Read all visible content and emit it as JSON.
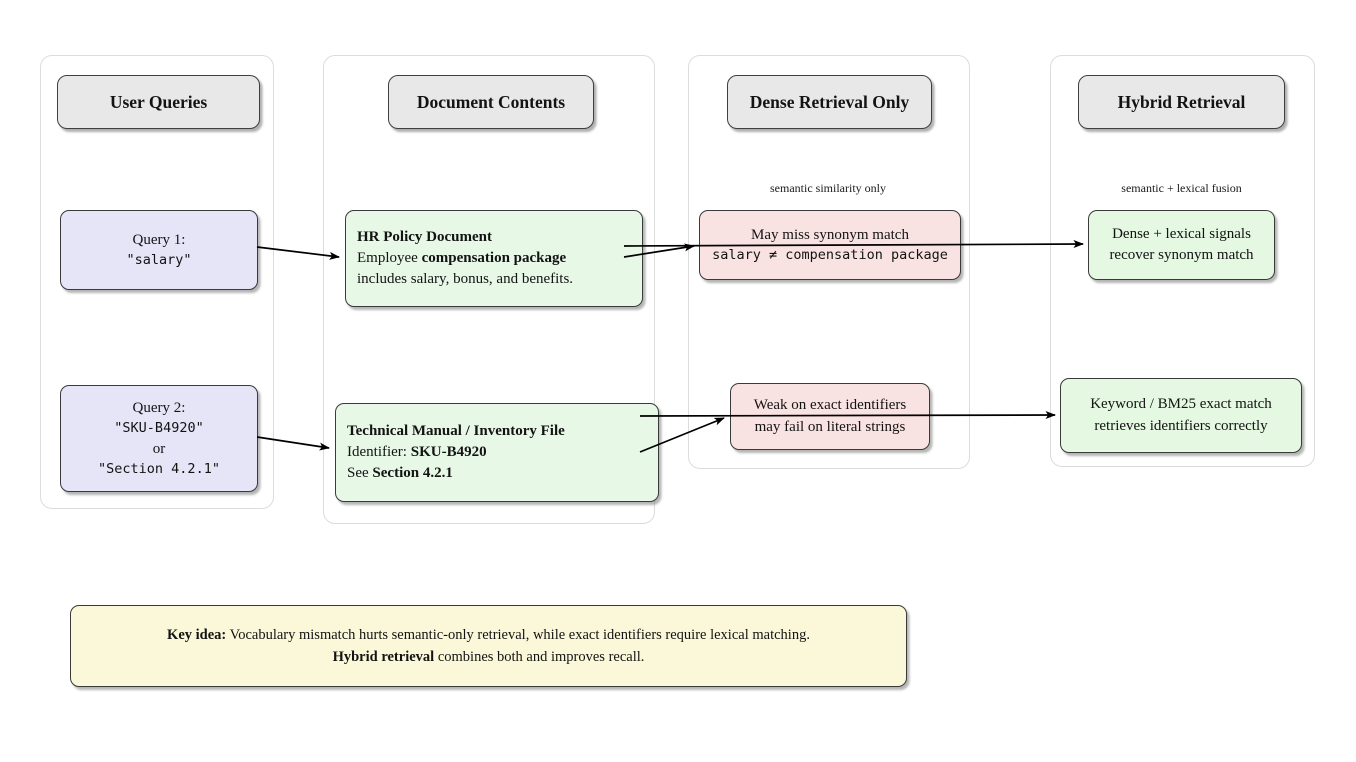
{
  "columns": [
    {
      "title": "User Queries"
    },
    {
      "title": "Document Contents"
    },
    {
      "title": "Dense Retrieval Only",
      "note": "semantic similarity only"
    },
    {
      "title": "Hybrid Retrieval",
      "note": "semantic + lexical fusion"
    }
  ],
  "queries": {
    "q1": {
      "label": "Query 1:",
      "term": "\"salary\""
    },
    "q2": {
      "label": "Query 2:",
      "term1": "\"SKU-B4920\"",
      "or": "or",
      "term2": "\"Section 4.2.1\""
    }
  },
  "documents": {
    "hr": {
      "title": "HR Policy Document",
      "body_prefix": "Employee ",
      "body_bold": "compensation package",
      "body_rest": "includes salary, bonus, and benefits."
    },
    "tech": {
      "title": "Technical Manual / Inventory File",
      "id_label": "Identifier: ",
      "id_value": "SKU-B4920",
      "see_label": "See ",
      "see_value": "Section 4.2.1"
    }
  },
  "dense": {
    "miss": {
      "line1": "May miss synonym match",
      "line2": "salary ≠ compensation package"
    },
    "weak": {
      "line1": "Weak on exact identifiers",
      "line2": "may fail on literal strings"
    }
  },
  "hybrid": {
    "recover": {
      "line1": "Dense + lexical signals",
      "line2": "recover synonym match"
    },
    "keyword": {
      "line1": "Keyword / BM25 exact match",
      "line2": "retrieves identifiers correctly"
    }
  },
  "key_idea": {
    "label": "Key idea:",
    "text1": " Vocabulary mismatch hurts semantic-only retrieval, while exact identifiers require lexical matching.",
    "bold2": "Hybrid retrieval",
    "text2": " combines both and improves recall."
  },
  "colors": {
    "header_fill": "#e8e8e8",
    "query_fill": "#e5e5f7",
    "doc_fill": "#e7f8e7",
    "dense_fill": "#f9e3e2",
    "hybrid_fill": "#e4f8e2",
    "key_fill": "#fbf8d9",
    "arrow": "#000000",
    "box_border": "#3a3a3a",
    "container_border": "#dcdcdc"
  }
}
